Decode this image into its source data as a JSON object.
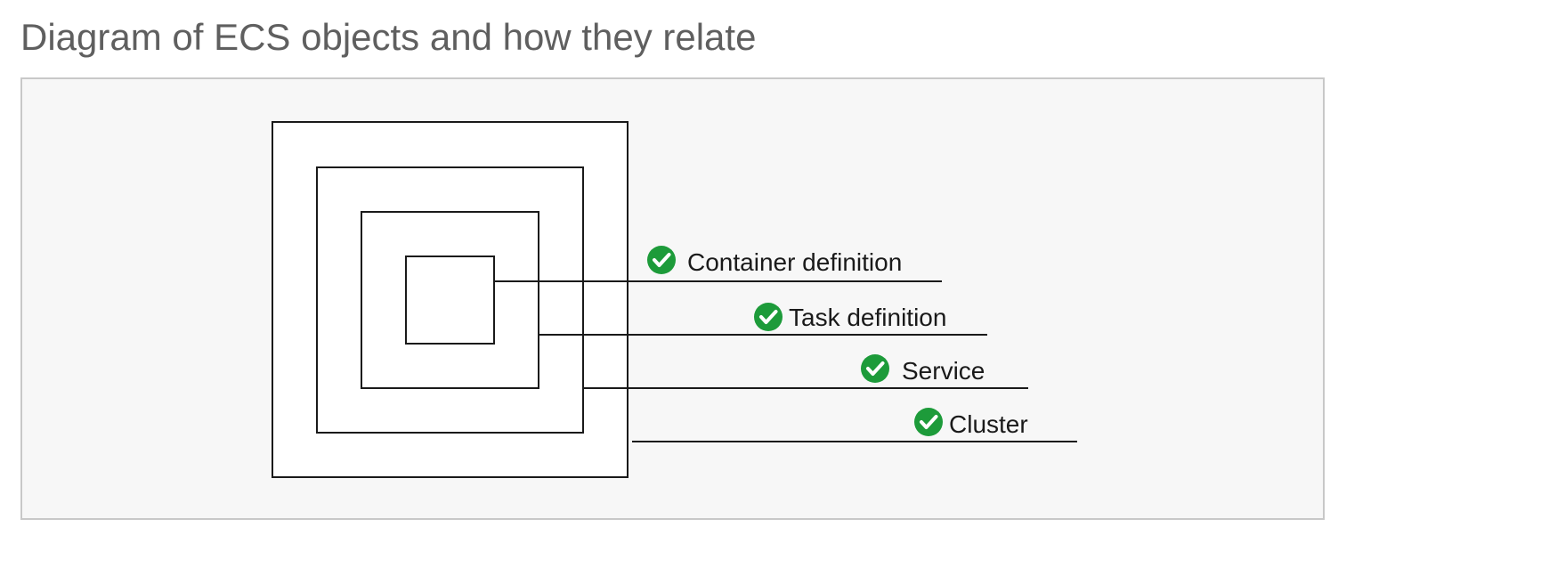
{
  "page": {
    "title": "Diagram of ECS objects and how they relate"
  },
  "colors": {
    "title_text": "#5f5f5f",
    "panel_background": "#f7f7f7",
    "panel_border": "#c8c8c8",
    "box_fill": "#ffffff",
    "line": "#1a1a1a",
    "check_fill": "#1d9b3a",
    "check_mark": "#ffffff"
  },
  "diagram": {
    "type": "nested boxes",
    "layers": [
      {
        "label": "Container definition",
        "icon": "check-circle-icon"
      },
      {
        "label": "Task definition",
        "icon": "check-circle-icon"
      },
      {
        "label": "Service",
        "icon": "check-circle-icon"
      },
      {
        "label": "Cluster",
        "icon": "check-circle-icon"
      }
    ]
  }
}
